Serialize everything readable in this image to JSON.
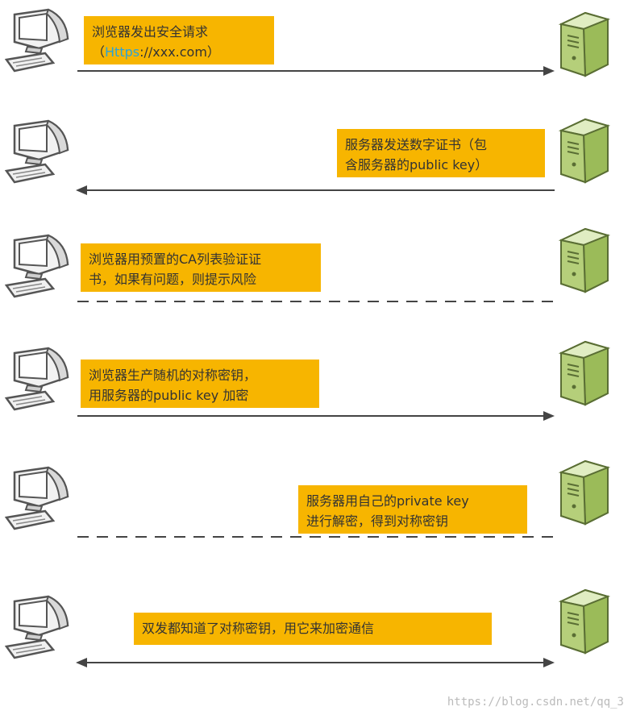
{
  "steps": [
    {
      "label_prefix": "浏览器发出安全请求\n（",
      "label_highlight": "Https",
      "label_suffix": "://xxx.com）",
      "direction": "right",
      "style": "solid"
    },
    {
      "label_text": "服务器发送数字证书（包\n含服务器的public key）",
      "direction": "left",
      "style": "solid"
    },
    {
      "label_text": "浏览器用预置的CA列表验证证\n书，如果有问题，则提示风险",
      "direction": "none",
      "style": "dashed"
    },
    {
      "label_text": "浏览器生产随机的对称密钥，\n用服务器的public key 加密",
      "direction": "right",
      "style": "solid"
    },
    {
      "label_text": "服务器用自己的private key\n进行解密，得到对称密钥",
      "direction": "none",
      "style": "dashed"
    },
    {
      "label_text": "双发都知道了对称密钥，用它来加密通信",
      "direction": "both",
      "style": "solid"
    }
  ],
  "icons": {
    "client": "computer-icon",
    "server": "server-icon"
  },
  "colors": {
    "label_bg": "#f7b500",
    "line": "#444444",
    "server_green": "#9bbb59",
    "https_highlight": "#2aa3d9"
  },
  "watermark": "https://blog.csdn.net/qq_3"
}
